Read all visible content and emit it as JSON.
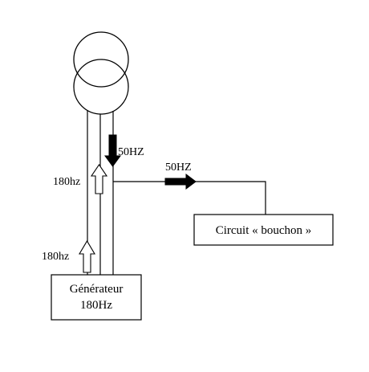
{
  "diagram": {
    "labels": {
      "freq_50_down": "50HZ",
      "freq_50_right": "50HZ",
      "freq_180_upper": "180hz",
      "freq_180_lower": "180hz"
    },
    "boxes": {
      "bouchon": "Circuit « bouchon »",
      "generator_line1": "Générateur",
      "generator_line2": "180Hz"
    },
    "icons": {
      "transformer": "transformer-icon",
      "filled_arrow": "filled-arrow-icon",
      "hollow_arrow": "hollow-arrow-icon"
    },
    "colors": {
      "stroke": "#000000",
      "fill_filled_arrow": "#000000",
      "fill_hollow_arrow": "#ffffff",
      "background": "#ffffff"
    }
  }
}
